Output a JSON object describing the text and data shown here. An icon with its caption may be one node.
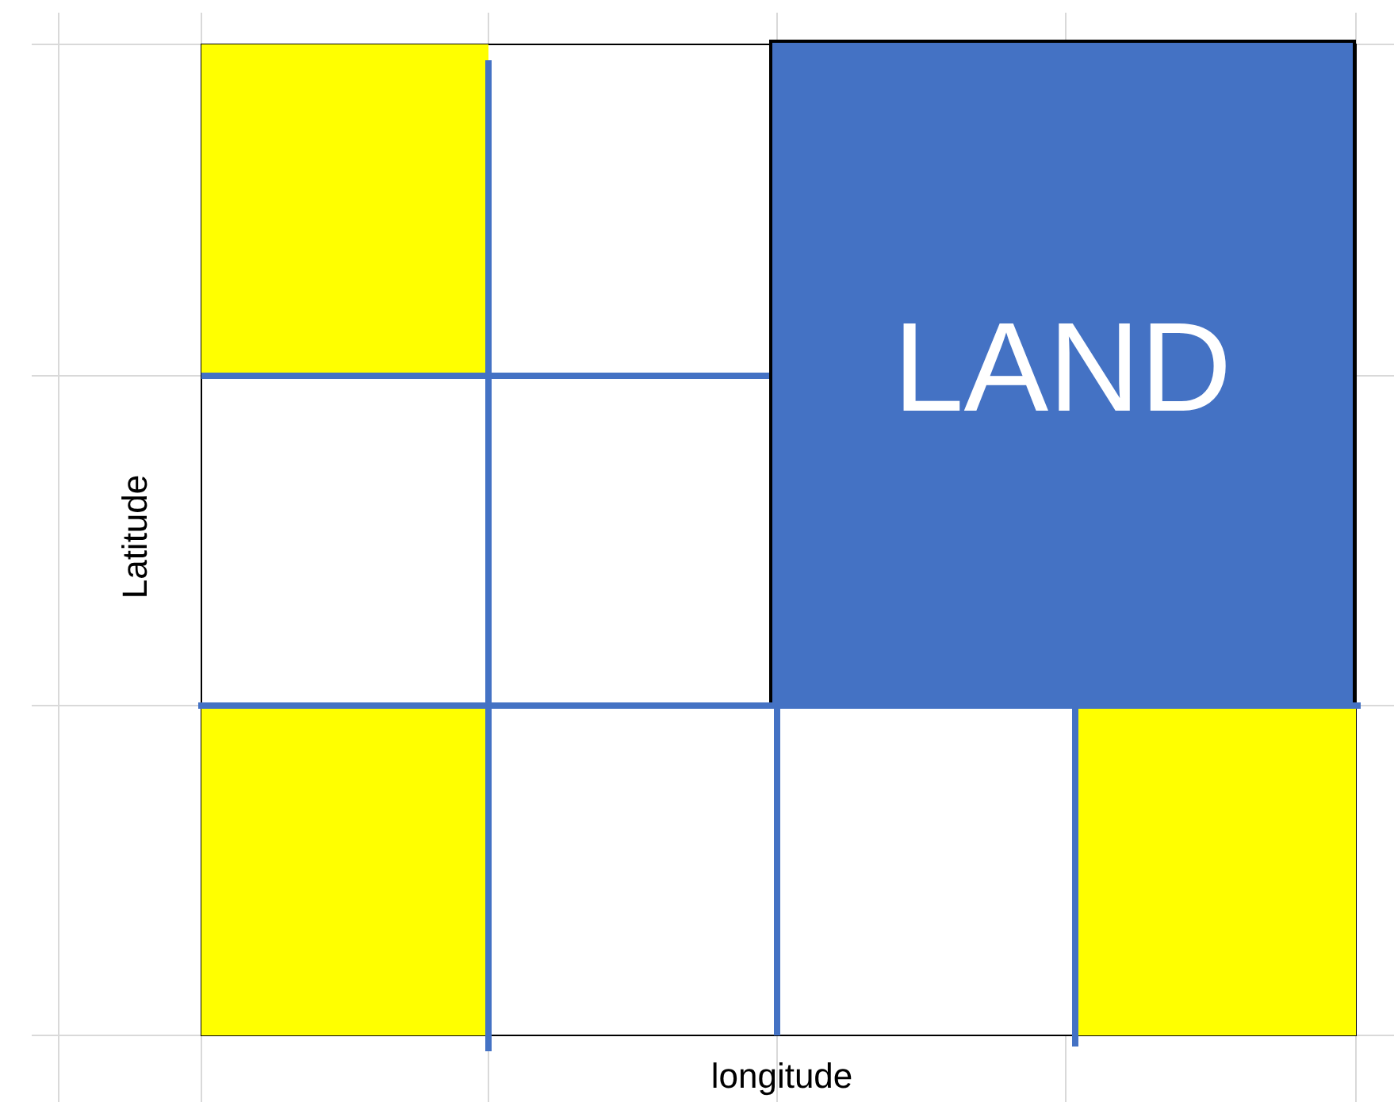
{
  "diagram": {
    "nodes": [
      {
        "text": [
          "LAND"
        ]
      }
    ],
    "labels": [
      "Latitude",
      "longitude"
    ]
  }
}
